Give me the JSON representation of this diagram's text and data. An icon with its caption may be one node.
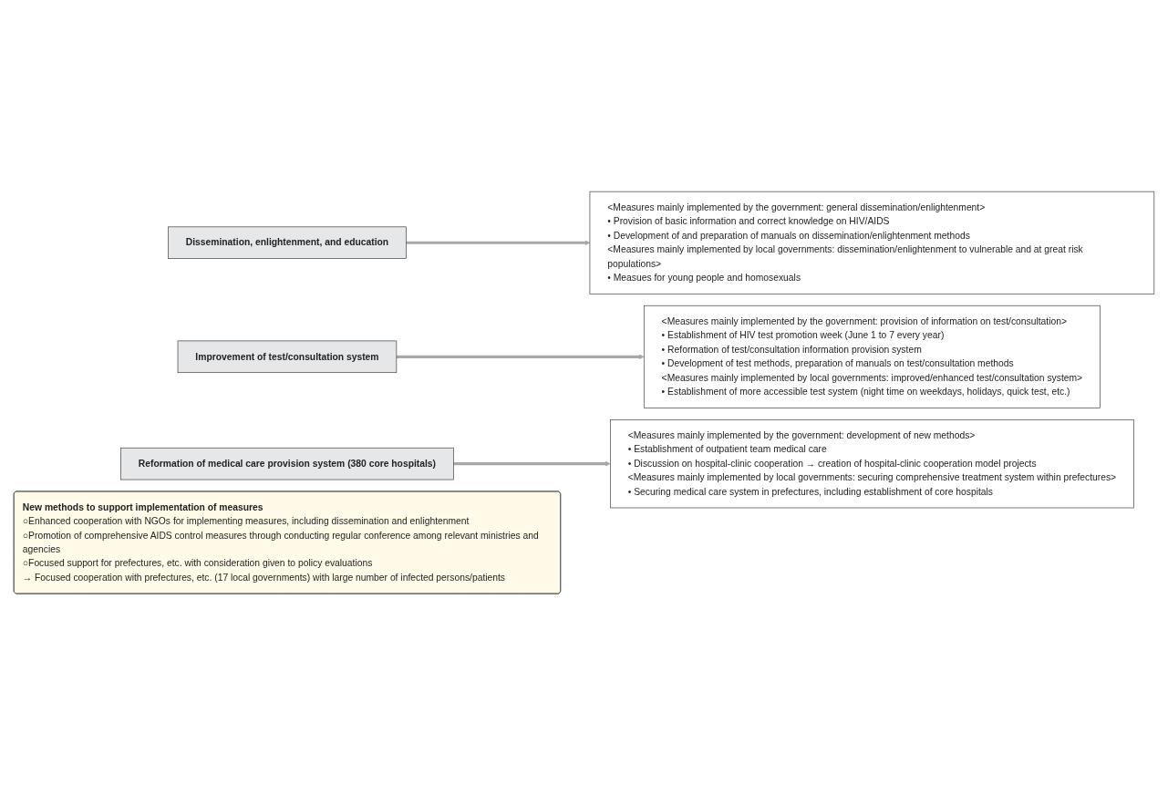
{
  "diagram": {
    "nodes": [
      {
        "text": [
          "Dissemination, enlightenment, and education"
        ]
      },
      {
        "text": [
          "<Measures mainly implemented by the government: general dissemination/enlightenment>",
          "• Provision of basic information and correct knowledge on HIV/AIDS",
          "• Development of and preparation of manuals on dissemination/enlightenment methods",
          "<Measures mainly implemented by local governments: dissemination/enlightenment to vulnerable and at great risk populations>",
          "• Measues for young people and homosexuals"
        ]
      },
      {
        "text": [
          "Improvement of test/consultation system"
        ]
      },
      {
        "text": [
          "<Measures mainly implemented by the government: provision of information on test/consultation>",
          "• Establishment of HIV test promotion week (June 1 to 7 every year)",
          "• Reformation of test/consultation information provision system",
          "• Development of test methods, preparation of manuals on test/consultation methods",
          "<Measures mainly implemented by local governments: improved/enhanced test/consultation system>",
          "• Establishment of more accessible test system (night time on weekdays, holidays, quick test, etc.)"
        ]
      },
      {
        "text": [
          "Reformation of medical care provision system (380 core hospitals)"
        ]
      },
      {
        "text": [
          "<Measures mainly implemented by the government: development of new methods>",
          "• Establishment of outpatient team medical care",
          "• Discussion on hospital-clinic cooperation → creation of hospital-clinic cooperation model projects",
          "<Measures mainly implemented by local governments: securing comprehensive treatment system within prefectures>",
          "• Securing medical care system in prefectures, including establishment of core hospitals"
        ]
      },
      {
        "text": [
          "New methods to support implementation of measures",
          "○Enhanced cooperation with NGOs for implementing measures, including dissemination and enlightenment",
          "○Promotion of comprehensive AIDS control measures through conducting regular conference among relevant ministries and agencies",
          "○Focused support for prefectures, etc. with consideration given to policy evaluations",
          "→ Focused cooperation with prefectures, etc. (17 local governments) with large number of infected persons/patients"
        ]
      }
    ],
    "edges": [
      {
        "from": 0,
        "to": 1,
        "arrow": "to"
      },
      {
        "from": 2,
        "to": 3,
        "arrow": "to"
      },
      {
        "from": 4,
        "to": 5,
        "arrow": "to"
      }
    ]
  }
}
